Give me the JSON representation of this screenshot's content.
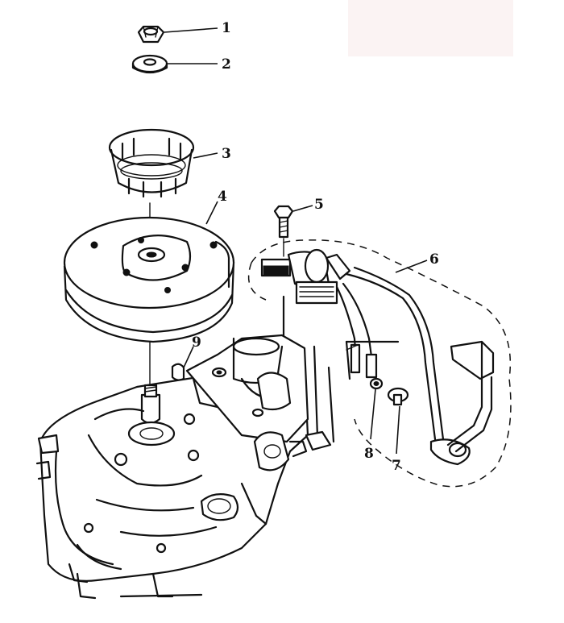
{
  "diagram": {
    "callouts": [
      {
        "id": "1",
        "label": "1",
        "part": "flywheel-nut"
      },
      {
        "id": "2",
        "label": "2",
        "part": "washer"
      },
      {
        "id": "3",
        "label": "3",
        "part": "starter-cup"
      },
      {
        "id": "4",
        "label": "4",
        "part": "flywheel"
      },
      {
        "id": "5",
        "label": "5",
        "part": "coil-bolt"
      },
      {
        "id": "6",
        "label": "6",
        "part": "ignition-coil-assembly"
      },
      {
        "id": "7",
        "label": "7",
        "part": "ground-screw"
      },
      {
        "id": "8",
        "label": "8",
        "part": "lock-washer"
      },
      {
        "id": "9",
        "label": "9",
        "part": "woodruff-key"
      }
    ],
    "colors": {
      "ink": "#111111",
      "paper": "#ffffff",
      "smudge": "#fbf3f3"
    }
  }
}
